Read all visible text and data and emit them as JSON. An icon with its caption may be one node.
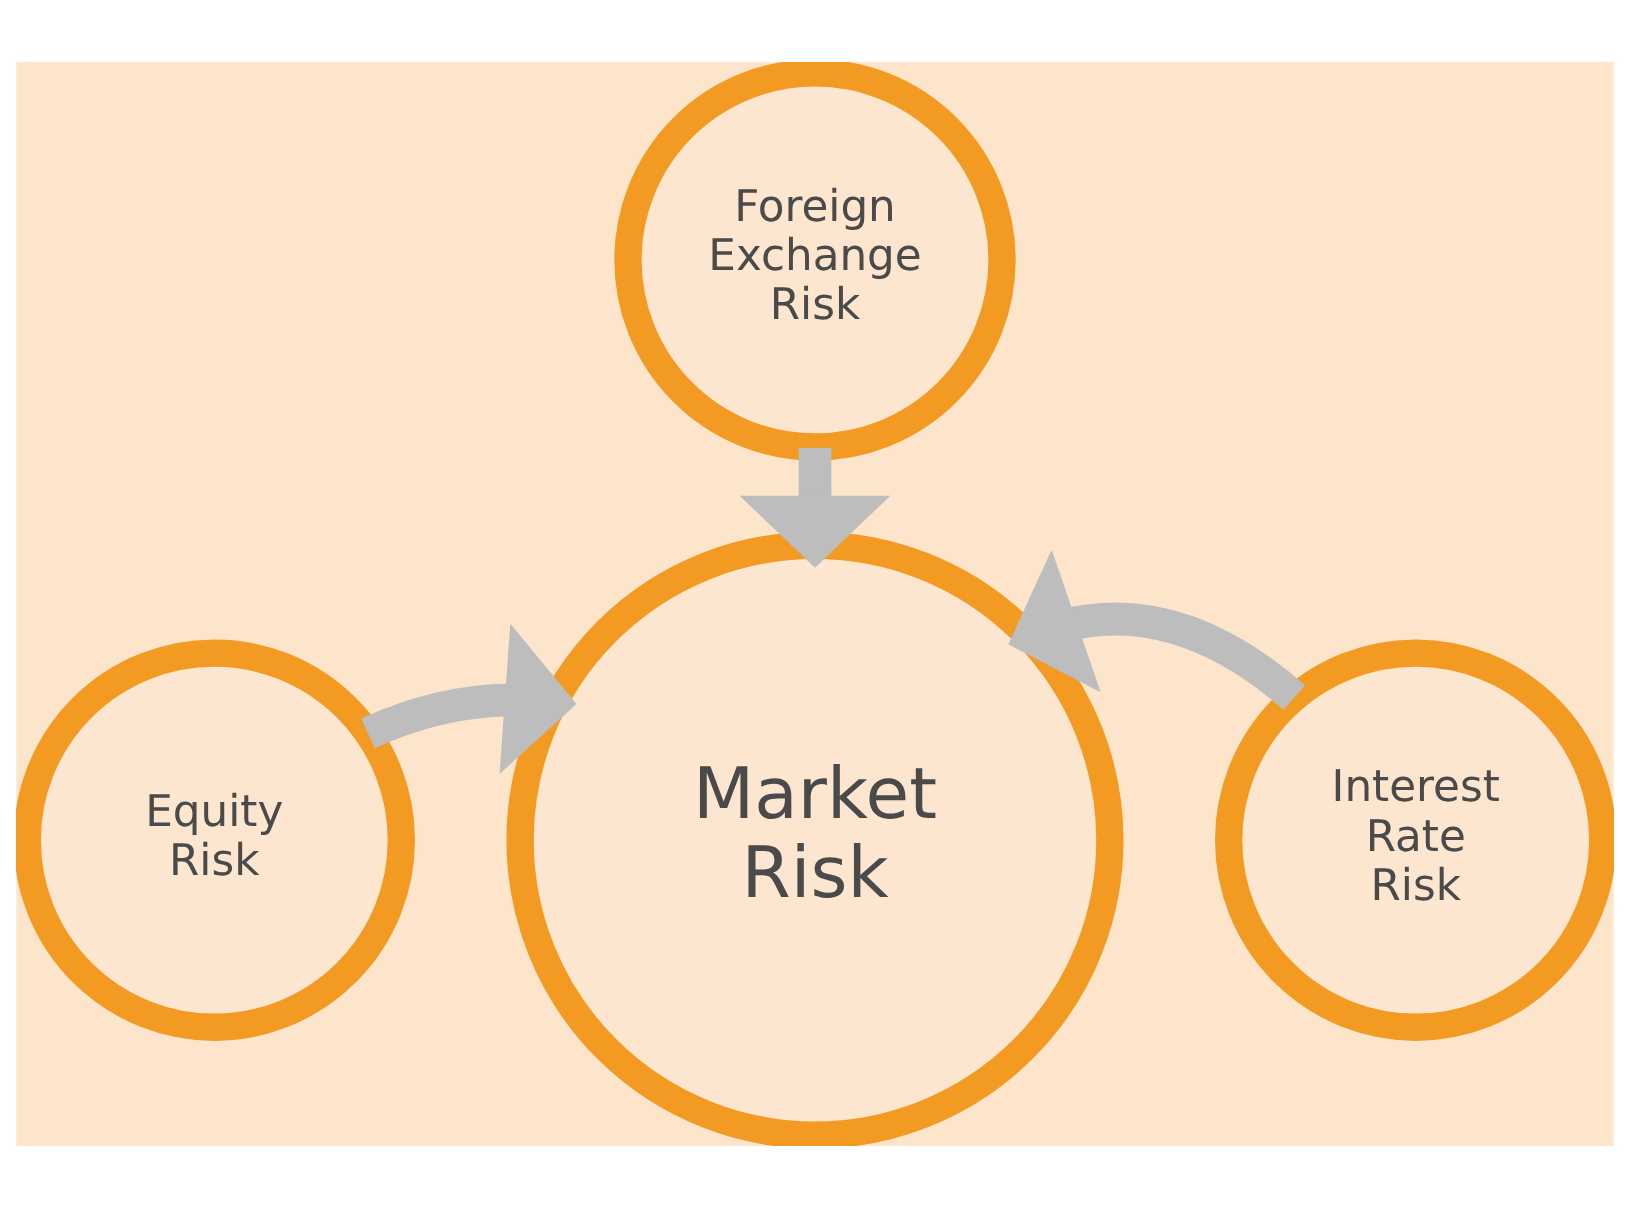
{
  "diagram": {
    "nodes": [
      {
        "text": [
          "Foreign Exchange Risk"
        ]
      },
      {
        "text": [
          "Market Risk"
        ]
      },
      {
        "text": [
          "Equity Risk"
        ]
      },
      {
        "text": [
          "Interest Rate Risk"
        ]
      }
    ],
    "edges": [
      {
        "from": 0,
        "to": 1,
        "arrow": "to"
      },
      {
        "from": 2,
        "to": 1,
        "arrow": "to"
      },
      {
        "from": 3,
        "to": 1,
        "arrow": "to"
      }
    ]
  }
}
